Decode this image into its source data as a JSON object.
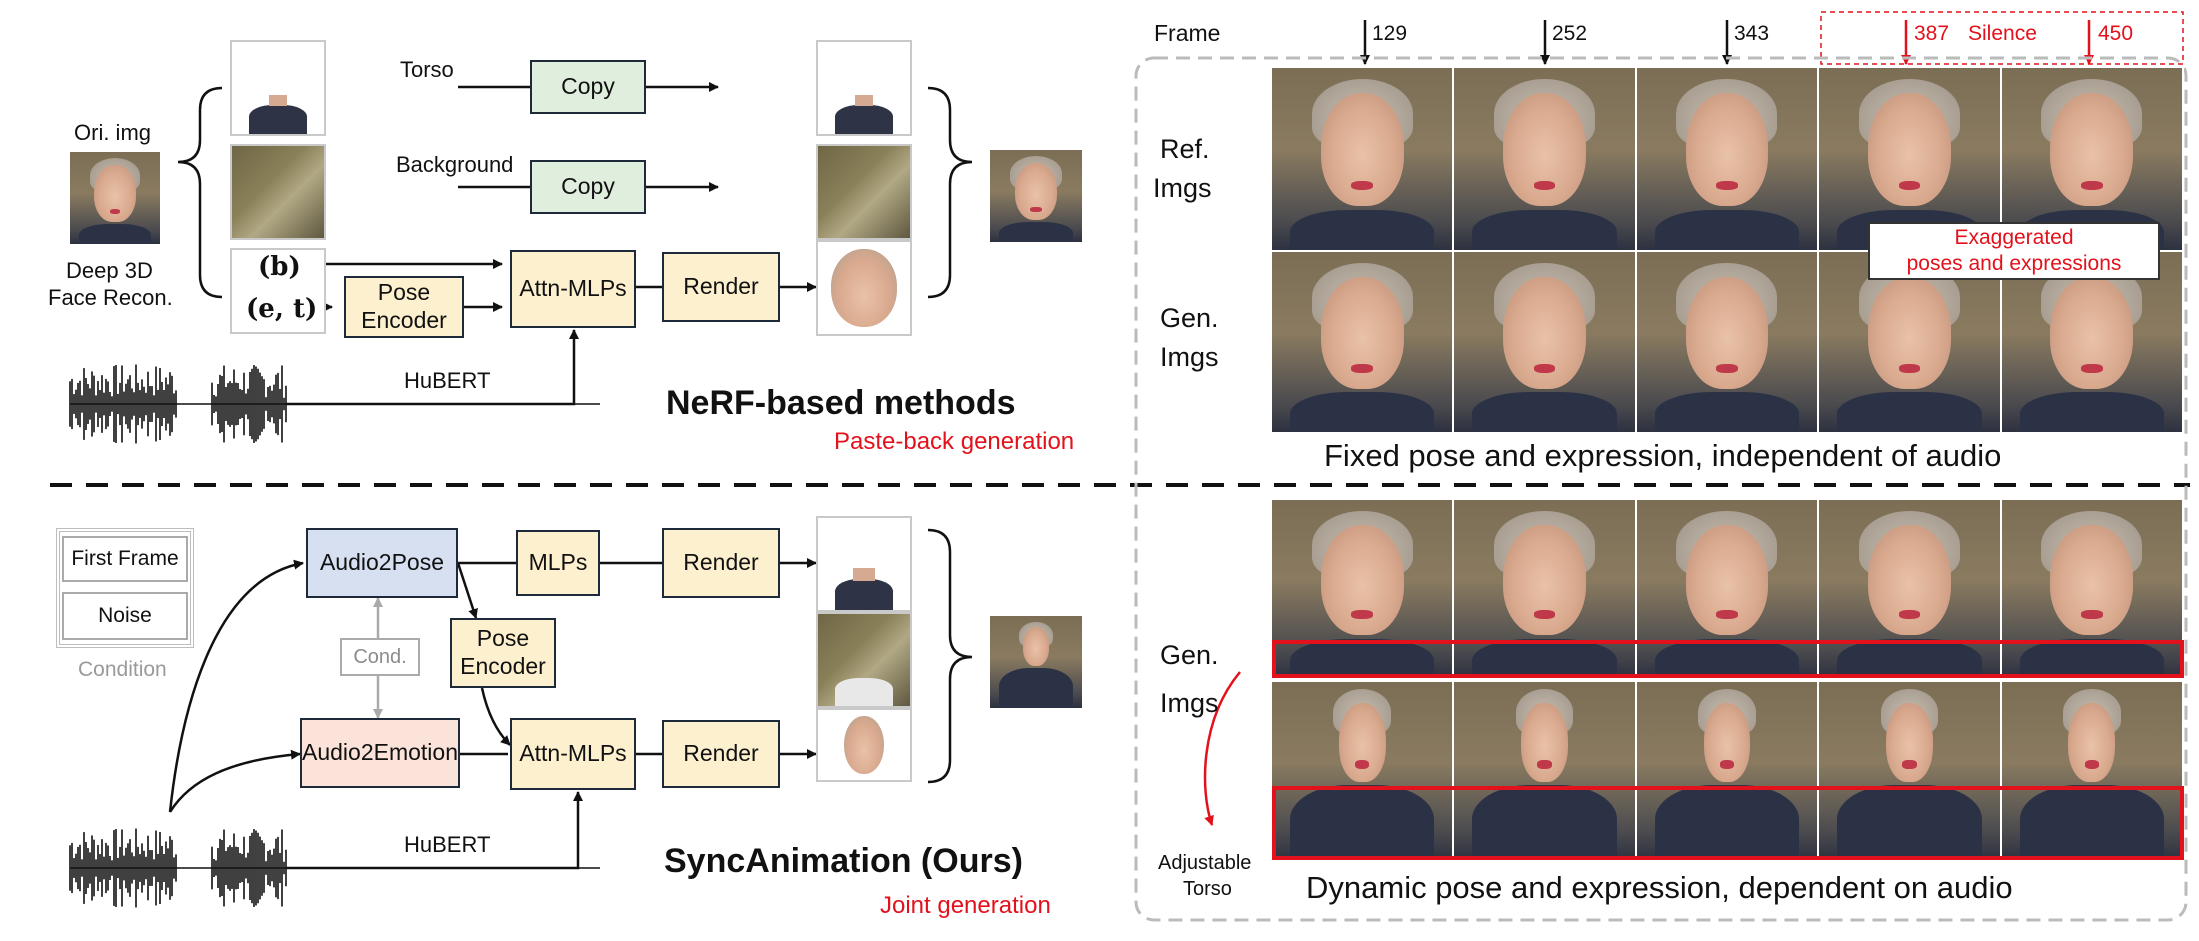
{
  "left_top": {
    "ori_img_label": "Ori. img",
    "recon_label_1": "Deep 3D",
    "recon_label_2": "Face Recon.",
    "torso_label": "Torso",
    "background_label": "Background",
    "copy_1": "Copy",
    "copy_2": "Copy",
    "b_label": "(b)",
    "et_label": "(e, t)",
    "pose_encoder": "Pose Encoder",
    "attn_mlps": "Attn-MLPs",
    "render": "Render",
    "hubert": "HuBERT",
    "title": "NeRF-based methods",
    "subtitle": "Paste-back generation"
  },
  "left_bottom": {
    "first_frame": "First Frame",
    "noise": "Noise",
    "condition": "Condition",
    "audio2pose": "Audio2Pose",
    "cond": "Cond.",
    "audio2emotion": "Audio2Emotion",
    "mlps": "MLPs",
    "render_1": "Render",
    "render_2": "Render",
    "pose_encoder": "Pose Encoder",
    "attn_mlps": "Attn-MLPs",
    "hubert": "HuBERT",
    "title": "SyncAnimation (Ours)",
    "subtitle": "Joint generation"
  },
  "right": {
    "frame_label": "Frame",
    "frames": [
      "129",
      "252",
      "343",
      "387",
      "450"
    ],
    "silence": "Silence",
    "ref_imgs_1": "Ref.",
    "ref_imgs_2": "Imgs",
    "gen_imgs_1": "Gen.",
    "gen_imgs_2": "Imgs",
    "exaggerated_1": "Exaggerated",
    "exaggerated_2": "poses and expressions",
    "caption_top": "Fixed pose and expression, independent of audio",
    "gen_imgs_b1": "Gen.",
    "gen_imgs_b2": "Imgs",
    "adjustable_1": "Adjustable",
    "adjustable_2": "Torso",
    "caption_bottom": "Dynamic pose and expression, dependent on audio"
  },
  "colors": {
    "accent_red": "#e3111b",
    "box_green": "#dfeedd",
    "box_yellow": "#fdf0cf",
    "box_blue": "#d6e0f1",
    "box_pink": "#fbe3d9"
  }
}
